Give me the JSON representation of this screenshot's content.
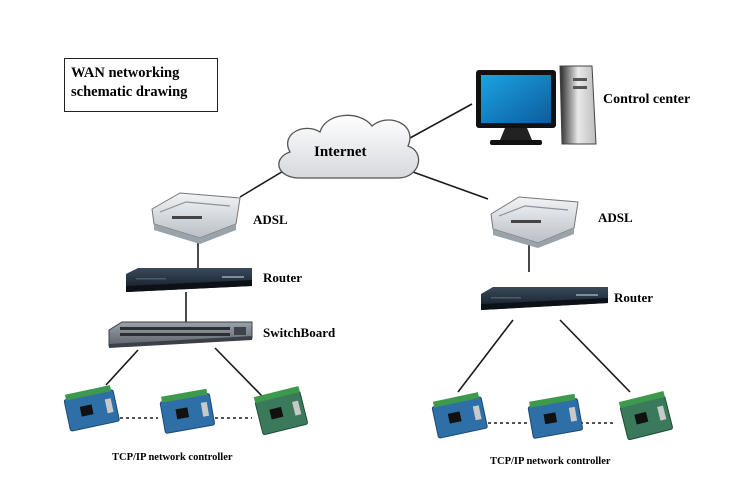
{
  "title": {
    "line1": "WAN networking",
    "line2": "schematic drawing"
  },
  "nodes": {
    "internet": "Internet",
    "control_center": "Control center",
    "left_adsl": "ADSL",
    "left_router": "Router",
    "left_switch": "SwitchBoard",
    "left_controllers": "TCP/IP network controller",
    "right_adsl": "ADSL",
    "right_router": "Router",
    "right_controllers": "TCP/IP network controller"
  },
  "colors": {
    "line": "#1a1a1a",
    "board": "#2f6fa8",
    "terminal": "#3d9a4d",
    "device_dark": "#1f2a36",
    "modem": "#d9dde2"
  }
}
